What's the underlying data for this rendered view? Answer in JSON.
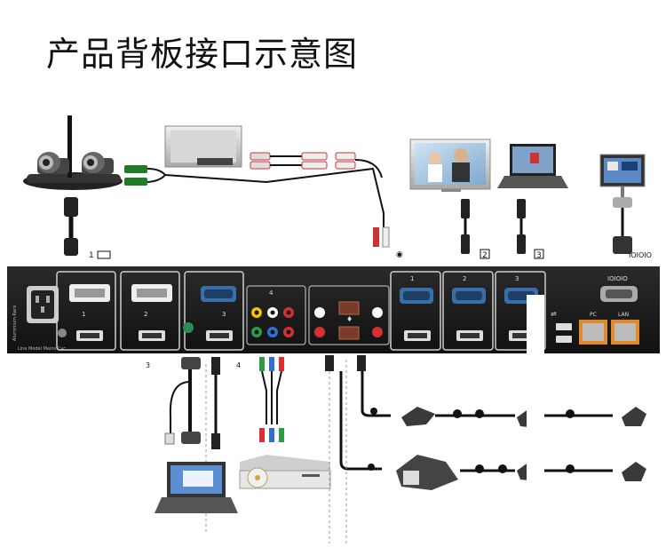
{
  "title": "产品背板接口示意图",
  "top_labels": {
    "camera_input_1": "1",
    "display_out_2": "2",
    "display_out_3": "3",
    "serial": "IOIOIO"
  },
  "panel_labels": {
    "hdmi_in_1": "1",
    "hdmi_in_2": "2",
    "vga_in_3": "3",
    "component_4": "4",
    "out_1": "1",
    "out_2": "2",
    "out_3": "3",
    "serial_port": "IOIOIO",
    "pc_port": "PC",
    "lan_port": "LAN",
    "side_text_1": "Aluminium Rack",
    "side_text_2": "Line Model Mains Cyc."
  },
  "bottom_labels": {
    "vga_in_3": "3",
    "component_4": "4"
  },
  "colors": {
    "panel": "#1c1c1c",
    "port_frame": "#d9d9d9",
    "vga_blue": "#3a6ea8",
    "lan_orange": "#e08a2c"
  }
}
